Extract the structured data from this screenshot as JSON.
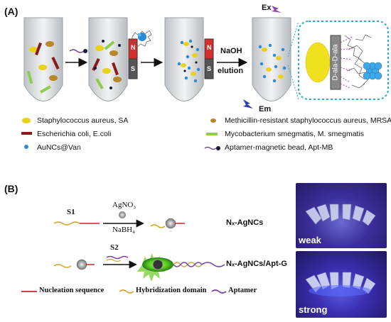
{
  "panel_a": {
    "label": "(A)",
    "ex_label": "Ex",
    "em_label": "Em",
    "naoh_label": "NaOH",
    "elution_label": "elution",
    "magnet_n": "N",
    "magnet_s": "S",
    "linker_label": "D-ala-D-ala",
    "legend": [
      {
        "text": "Staphylococcus aureus, SA",
        "icon": "yellow-ellipse",
        "color": "#e8d21a"
      },
      {
        "text": "Methicillin-resistant staphylococcus aureus, MRSA",
        "icon": "brown-ellipse",
        "color": "#b8862b"
      },
      {
        "text": "Escherichia coli, E.coli",
        "icon": "dark-red-rod",
        "color": "#8b1a1a"
      },
      {
        "text": "Mycobacterium  smegmatis, M. smegmatis",
        "icon": "green-rod",
        "color": "#8fce4a"
      },
      {
        "text": "AuNCs@Van",
        "icon": "blue-dot",
        "color": "#2a8bd6"
      },
      {
        "text": "Aptamer-magnetic bead, Apt-MB",
        "icon": "bead-with-tail",
        "color": "#1a1a3a"
      }
    ]
  },
  "panel_b": {
    "label": "(B)",
    "s1_label": "S1",
    "s2_label": "S2",
    "agno3_label": "AgNO₃",
    "nabh4_label": "NaBH₄",
    "product1_label": "Nₓ-AgNCs",
    "product2_label": "Nₓ-AgNCs/Apt-G",
    "legend": [
      {
        "text": "Nucleation sequence",
        "color": "#c0272d"
      },
      {
        "text": "Hybridization domain",
        "color": "#d4a72c"
      },
      {
        "text": "Aptamer",
        "color": "#7b3fa8"
      }
    ],
    "photo_weak_label": "weak",
    "photo_strong_label": "strong"
  }
}
